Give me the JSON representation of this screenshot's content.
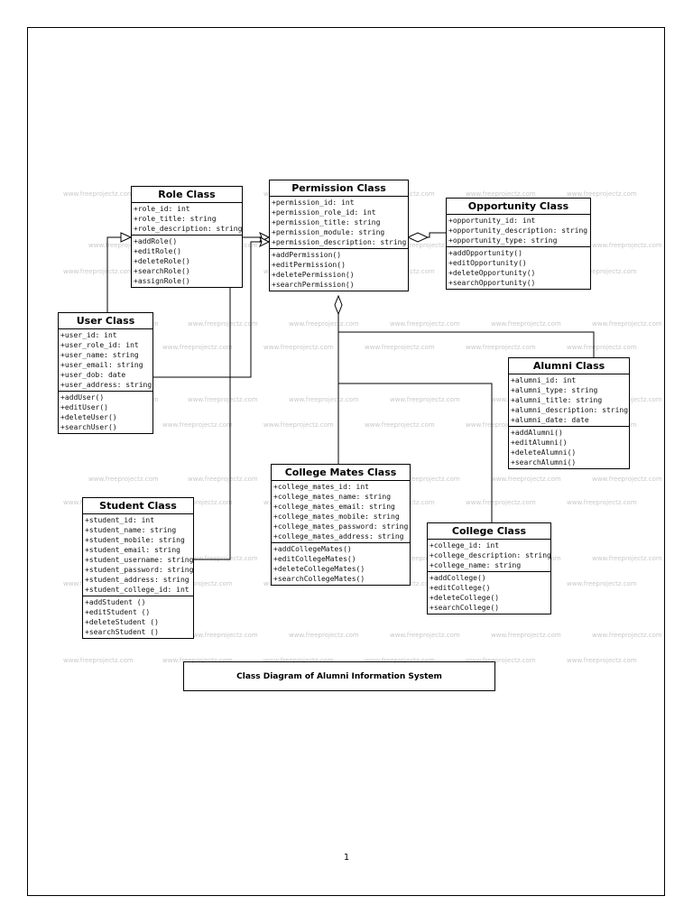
{
  "classes": {
    "role": {
      "title": "Role Class",
      "attributes": [
        "+role_id: int",
        "+role_title: string",
        "+role_description: string"
      ],
      "methods": [
        "+addRole()",
        "+editRole()",
        "+deleteRole()",
        "+searchRole()",
        "+assignRole()"
      ]
    },
    "permission": {
      "title": "Permission Class",
      "attributes": [
        "+permission_id: int",
        "+permission_role_id: int",
        "+permission_title: string",
        "+permission_module: string",
        "+permission_description: string"
      ],
      "methods": [
        "+addPermission()",
        "+editPermission()",
        "+deletePermission()",
        "+searchPermission()"
      ]
    },
    "opportunity": {
      "title": "Opportunity Class",
      "attributes": [
        "+opportunity_id: int",
        "+opportunity_description: string",
        "+opportunity_type: string"
      ],
      "methods": [
        "+addOpportunity()",
        "+editOpportunity()",
        "+deleteOpportunity()",
        "+searchOpportunity()"
      ]
    },
    "user": {
      "title": "User Class",
      "attributes": [
        "+user_id: int",
        "+user_role_id: int",
        "+user_name: string",
        "+user_email: string",
        "+user_dob: date",
        "+user_address: string"
      ],
      "methods": [
        "+addUser()",
        "+editUser()",
        "+deleteUser()",
        "+searchUser()"
      ]
    },
    "alumni": {
      "title": "Alumni Class",
      "attributes": [
        "+alumni_id: int",
        "+alumni_type: string",
        "+alumni_title: string",
        "+alumni_description: string",
        "+alumni_date: date"
      ],
      "methods": [
        "+addAlumni()",
        "+editAlumni()",
        "+deleteAlumni()",
        "+searchAlumni()"
      ]
    },
    "college_mates": {
      "title": "College Mates Class",
      "attributes": [
        "+college_mates_id: int",
        "+college_mates_name: string",
        "+college_mates_email: string",
        "+college_mates_mobile: string",
        "+college_mates_password: string",
        "+college_mates_address: string"
      ],
      "methods": [
        "+addCollegeMates()",
        "+editCollegeMates()",
        "+deleteCollegeMates()",
        "+searchCollegeMates()"
      ]
    },
    "student": {
      "title": "Student Class",
      "attributes": [
        "+student_id: int",
        "+student_name: string",
        "+student_mobile: string",
        "+student_email: string",
        "+student_username: string",
        "+student_password: string",
        "+student_address: string",
        "+student_college_id: int"
      ],
      "methods": [
        "+addStudent ()",
        "+editStudent ()",
        "+deleteStudent ()",
        "+searchStudent ()"
      ]
    },
    "college": {
      "title": "College Class",
      "attributes": [
        "+college_id: int",
        "+college_description: string",
        "+college_name: string"
      ],
      "methods": [
        "+addCollege()",
        "+editCollege()",
        "+deleteCollege()",
        "+searchCollege()"
      ]
    }
  },
  "caption": "Class Diagram of Alumni Information System",
  "page_number": "1",
  "watermark": "www.freeprojectz.com"
}
